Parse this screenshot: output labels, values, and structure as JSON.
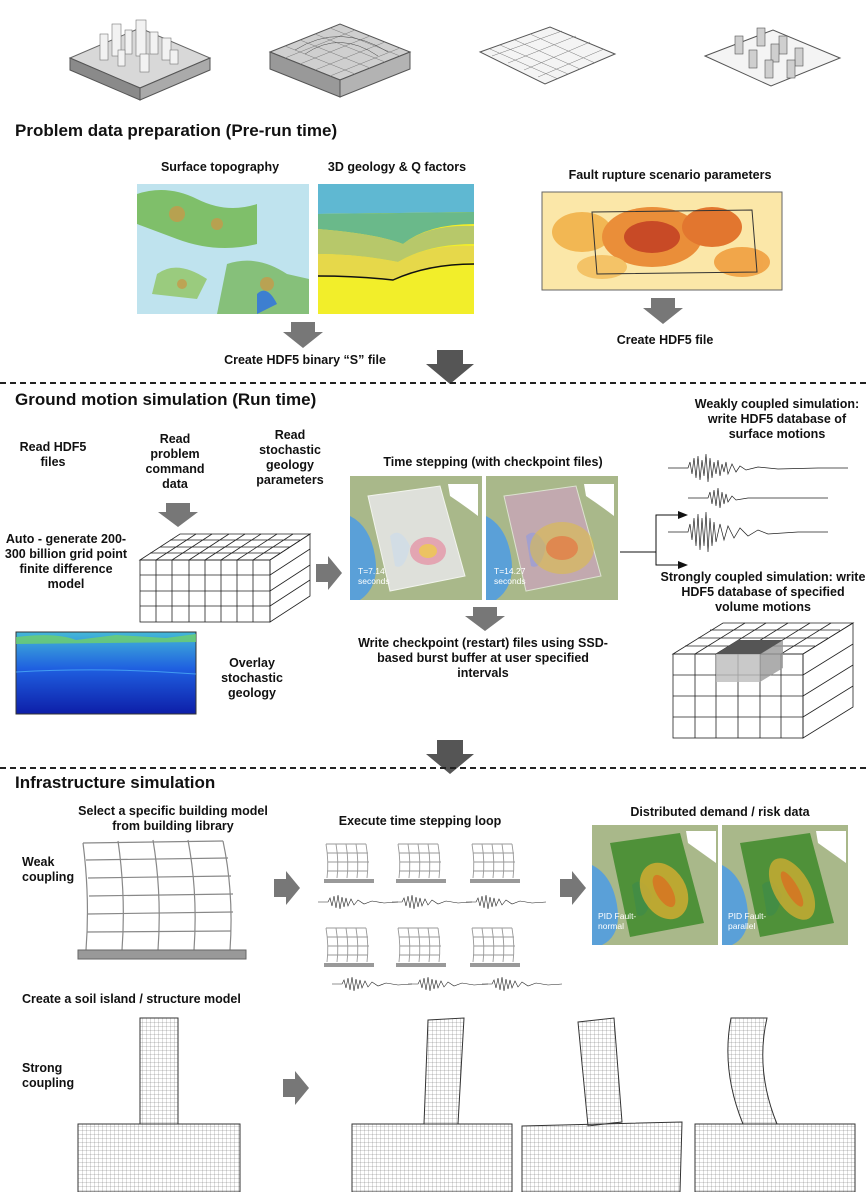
{
  "sections": {
    "prep": "Problem data preparation (Pre-run time)",
    "ground": "Ground motion simulation (Run time)",
    "infra": "Infrastructure simulation"
  },
  "prep": {
    "surface_topography": "Surface topography",
    "geology_q": "3D geology & Q factors",
    "fault_params": "Fault rupture scenario parameters",
    "create_s_file": "Create HDF5 binary “S” file",
    "create_hdf5": "Create HDF5 file"
  },
  "ground": {
    "read_hdf5": "Read HDF5 files",
    "read_command": "Read problem command data",
    "read_stochastic": "Read stochastic geology parameters",
    "auto_generate": "Auto - generate 200-300 billion grid point finite difference model",
    "overlay": "Overlay stochastic geology",
    "time_stepping": "Time stepping (with checkpoint files)",
    "t1": "T=7.14 seconds",
    "t2": "T=14.27 seconds",
    "checkpoint": "Write checkpoint (restart) files using SSD-based burst buffer at user specified intervals",
    "weakly": "Weakly coupled simulation: write HDF5 database of surface motions",
    "strongly": "Strongly coupled simulation: write HDF5 database of specified volume motions"
  },
  "infra": {
    "select_model": "Select a specific building model from building library",
    "weak_coupling": "Weak coupling",
    "execute_loop": "Execute time stepping loop",
    "distributed": "Distributed demand / risk data",
    "pid_normal": "PID Fault-normal",
    "pid_parallel": "PID Fault-parallel",
    "soil_island": "Create a soil island / structure model",
    "strong_coupling": "Strong coupling"
  },
  "colors": {
    "arrow": "#6e6e6e",
    "bay": "#5aa0d8",
    "land": "#a9b88a",
    "green_overlay": "#3f8a2a"
  }
}
